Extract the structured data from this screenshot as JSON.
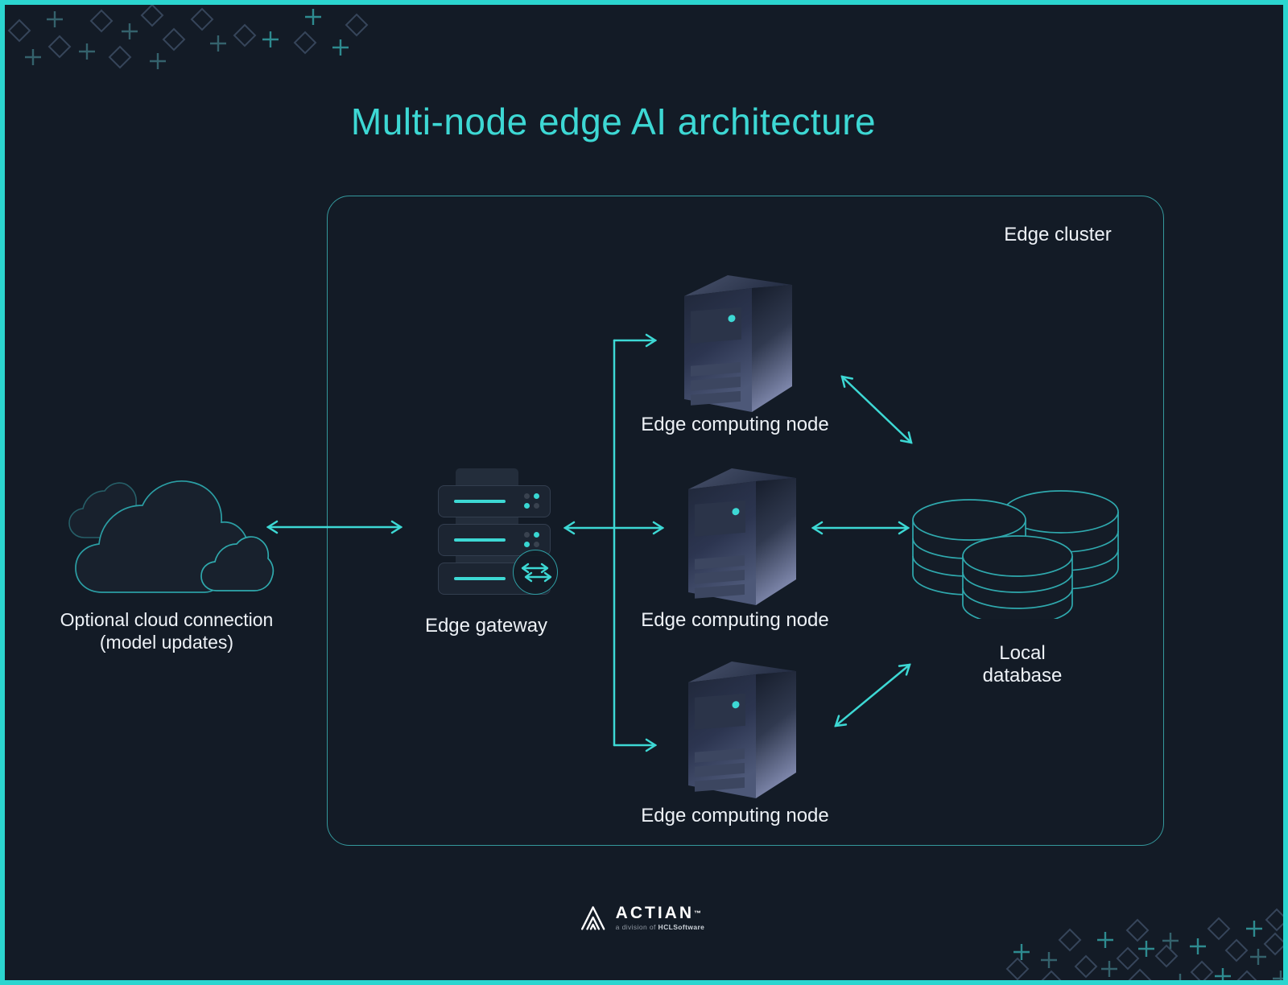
{
  "theme": {
    "bg": "#131b26",
    "frame": "#2bd5cf",
    "accent": "#3dd8d4",
    "teal-dim": "#2fa0a6",
    "text": "#edf1f6",
    "muted": "#8f97a2"
  },
  "title": "Multi-node edge AI architecture",
  "cluster": {
    "label": "Edge cluster"
  },
  "cloud": {
    "icon": "cloud-icon",
    "label_line1": "Optional cloud connection",
    "label_line2": "(model updates)"
  },
  "gateway": {
    "icon": "server-stack-icon",
    "badge_icon": "transfer-arrows-icon",
    "label": "Edge gateway"
  },
  "nodes": [
    {
      "icon": "tower-server-icon",
      "label": "Edge computing node"
    },
    {
      "icon": "tower-server-icon",
      "label": "Edge computing node"
    },
    {
      "icon": "tower-server-icon",
      "label": "Edge computing node"
    }
  ],
  "database": {
    "icon": "database-cylinders-icon",
    "label_line1": "Local",
    "label_line2": "database"
  },
  "footer": {
    "icon": "actian-triangle-logo",
    "brand": "ACTIAN",
    "trademark": "™",
    "tagline_prefix": "a division of ",
    "tagline_brand": "HCLSoftware"
  }
}
